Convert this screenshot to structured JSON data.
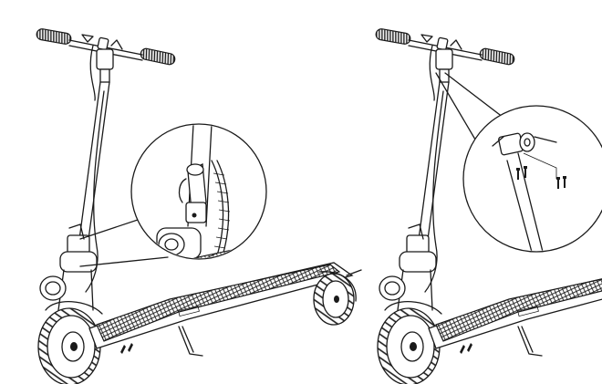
{
  "figures": [
    {
      "id": "fold-step",
      "callout": "latch-lever-detail"
    },
    {
      "id": "install-step",
      "callout": "screw-detail"
    }
  ],
  "colors": {
    "line": "#1a1a1a",
    "background": "#ffffff"
  }
}
